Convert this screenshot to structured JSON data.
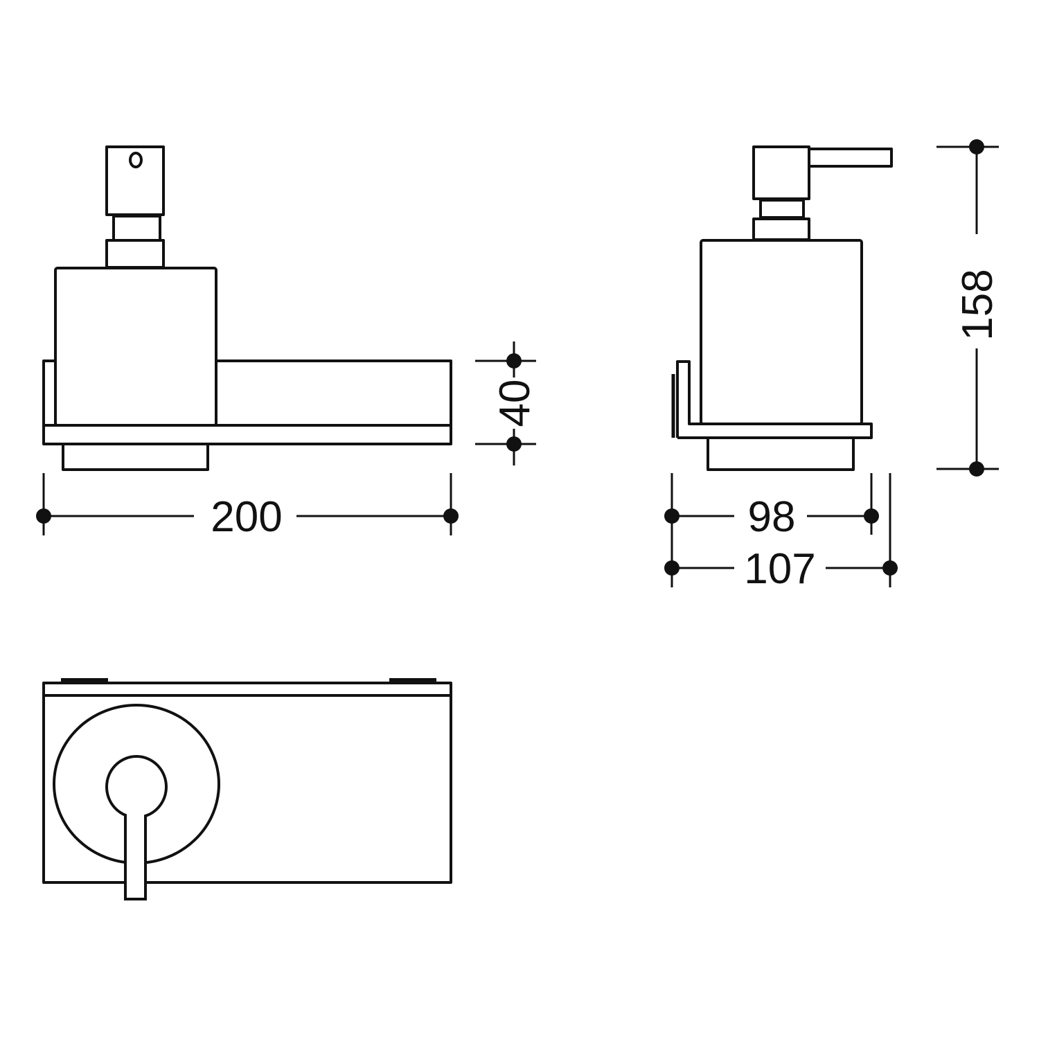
{
  "dimensions": {
    "width_front": "200",
    "shelf_height": "40",
    "depth_body": "98",
    "depth_total": "107",
    "total_height": "158"
  },
  "colors": {
    "line": "#111111",
    "background": "#ffffff"
  }
}
